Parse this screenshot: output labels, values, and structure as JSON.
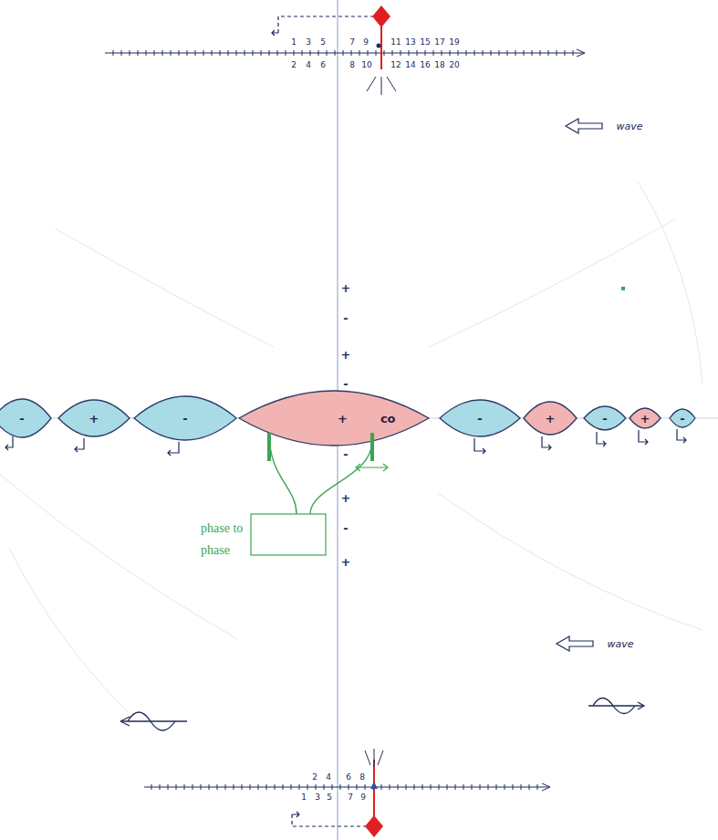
{
  "diagram": {
    "nodes": [
      {
        "text": [
          "-"
        ]
      },
      {
        "text": [
          "+"
        ]
      },
      {
        "text": [
          "-"
        ]
      },
      {
        "text": [
          "+",
          "co"
        ]
      },
      {
        "text": [
          "-"
        ]
      },
      {
        "text": [
          "+"
        ]
      },
      {
        "text": [
          "-"
        ]
      },
      {
        "text": [
          "+"
        ]
      },
      {
        "text": [
          "-"
        ]
      },
      {
        "text": [
          "phase to phase"
        ]
      }
    ],
    "edges": [
      {
        "from": 9,
        "to": 3,
        "arrow": "none"
      },
      {
        "from": 9,
        "to": 3,
        "arrow": "none"
      }
    ],
    "labels": [
      "wave",
      "wave",
      "+",
      "-",
      "+",
      "-",
      "-",
      "+",
      "-",
      "+",
      "1",
      "3",
      "5",
      "7",
      "9",
      "11",
      "13",
      "15",
      "17",
      "19",
      "2",
      "4",
      "6",
      "8",
      "10",
      "12",
      "14",
      "16",
      "18",
      "20",
      "2",
      "4",
      "6",
      "8",
      "1",
      "3",
      "5",
      "7",
      "9"
    ]
  }
}
